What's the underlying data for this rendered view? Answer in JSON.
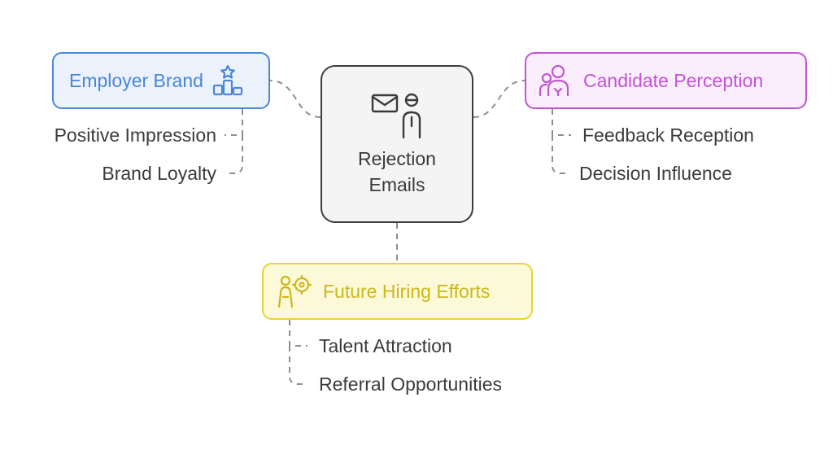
{
  "diagram": {
    "center": {
      "label": "Rejection\nEmails",
      "icon": "email-person-icon"
    },
    "branches": [
      {
        "id": "employer",
        "label": "Employer Brand",
        "icon": "podium-star-icon",
        "color": "#4a86d9",
        "fill": "#ecf2fc",
        "items": [
          "Positive Impression",
          "Brand Loyalty"
        ]
      },
      {
        "id": "candidate",
        "label": "Candidate Perception",
        "icon": "people-icon",
        "color": "#c254d4",
        "fill": "#faeefc",
        "items": [
          "Feedback Reception",
          "Decision Influence"
        ]
      },
      {
        "id": "future",
        "label": "Future Hiring Efforts",
        "icon": "person-target-icon",
        "color": "#e6d33a",
        "fill": "#fcf9d8",
        "items": [
          "Talent Attraction",
          "Referral Opportunities"
        ]
      }
    ]
  }
}
